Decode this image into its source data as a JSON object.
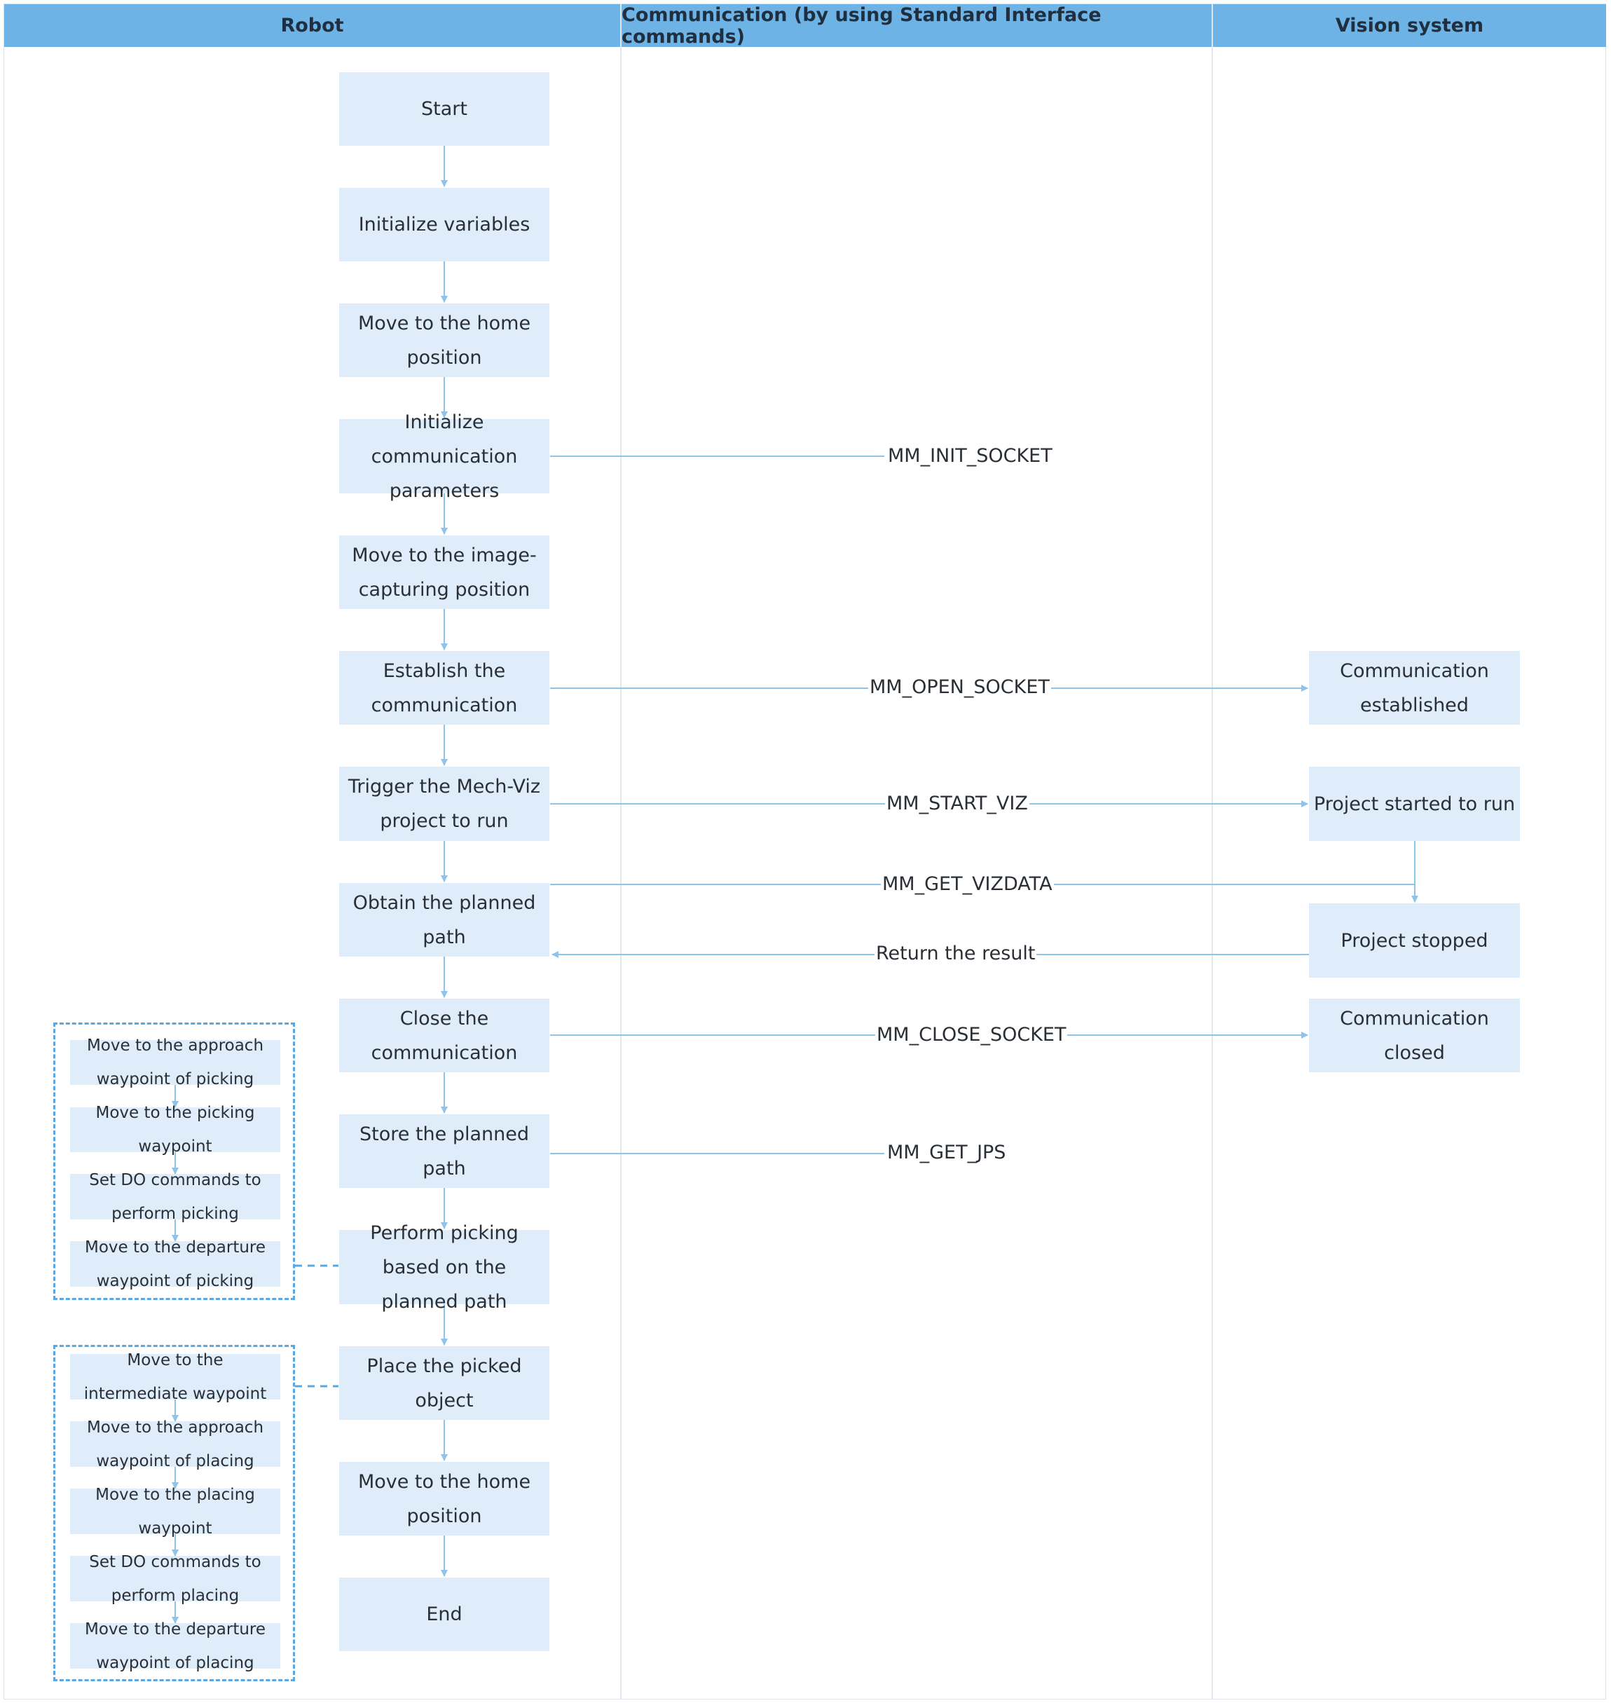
{
  "lanes": {
    "robot": "Robot",
    "communication": "Communication (by using Standard Interface commands)",
    "vision": "Vision system"
  },
  "robot_steps": [
    "Start",
    "Initialize variables",
    "Move to the home position",
    "Initialize communication parameters",
    "Move to the image-capturing position",
    "Establish the communication",
    "Trigger the Mech-Viz project to run",
    "Obtain the planned path",
    "Close the communication",
    "Store the planned path",
    "Perform picking based on the planned path",
    "Place the picked object",
    "Move to the home position",
    "End"
  ],
  "vision_steps": [
    "Communication established",
    "Project started to run",
    "Project stopped",
    "Communication closed"
  ],
  "messages": [
    "MM_INIT_SOCKET",
    "MM_OPEN_SOCKET",
    "MM_START_VIZ",
    "MM_GET_VIZDATA",
    "Return the result",
    "MM_CLOSE_SOCKET",
    "MM_GET_JPS"
  ],
  "picking_substeps": [
    "Move to the approach waypoint of picking",
    "Move to the picking waypoint",
    "Set DO commands to perform picking",
    "Move to the departure waypoint of picking"
  ],
  "placing_substeps": [
    "Move to the intermediate waypoint",
    "Move to the approach waypoint of placing",
    "Move to the placing waypoint",
    "Set DO commands to perform placing",
    "Move to the departure waypoint of placing"
  ],
  "colors": {
    "header": "#6db3e6",
    "box": "#deedf9",
    "line": "#8ec3ea",
    "dash": "#5aa8e0"
  }
}
